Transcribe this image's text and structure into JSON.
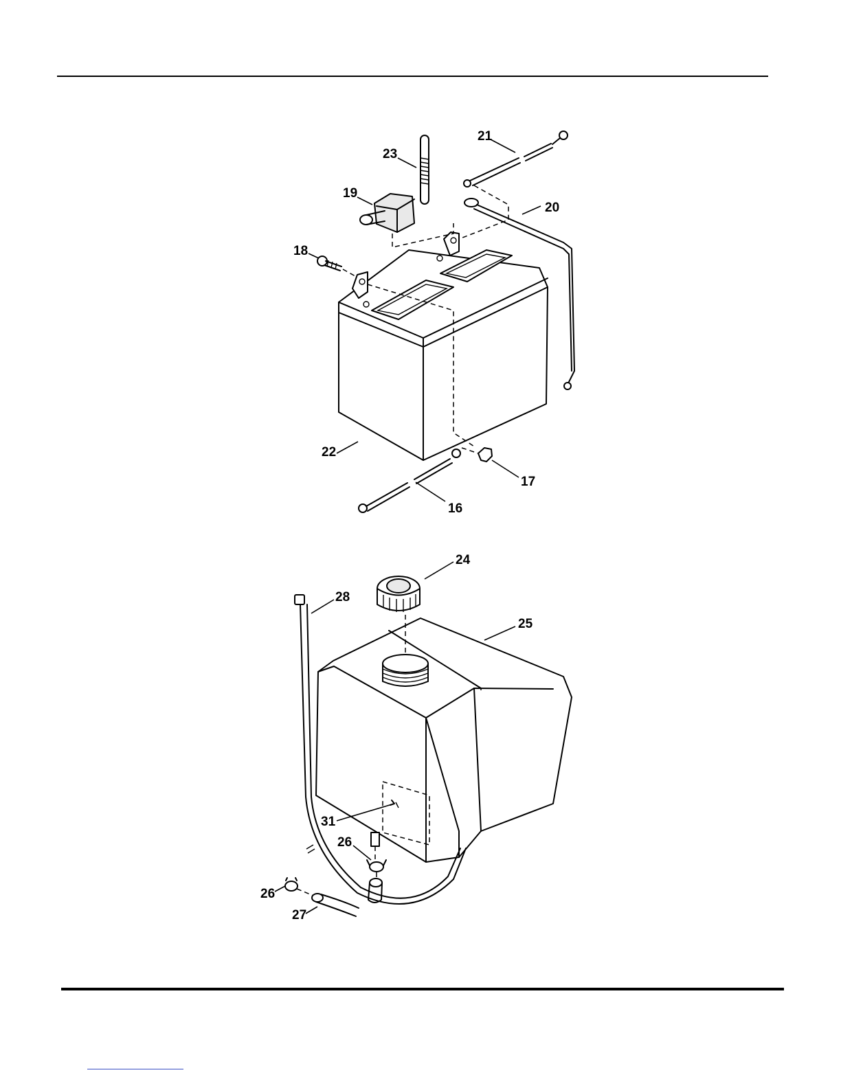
{
  "figure": {
    "battery_callouts": [
      "16",
      "17",
      "18",
      "19",
      "20",
      "21",
      "22",
      "23"
    ],
    "tank_callouts": [
      "24",
      "25",
      "26",
      "27",
      "28",
      "31"
    ]
  },
  "callouts": {
    "c16": "16",
    "c17": "17",
    "c18": "18",
    "c19": "19",
    "c20": "20",
    "c21": "21",
    "c22": "22",
    "c23": "23",
    "c24": "24",
    "c25": "25",
    "c26a": "26",
    "c26b": "26",
    "c27": "27",
    "c28": "28",
    "c31": "31"
  }
}
